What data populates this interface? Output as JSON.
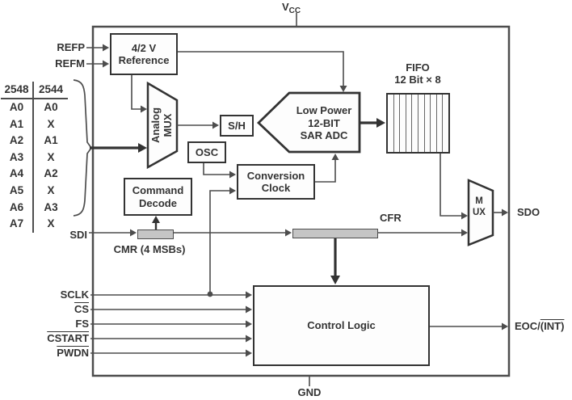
{
  "power": {
    "vcc_main": "V",
    "vcc_sub": "CC",
    "gnd": "GND"
  },
  "left_inputs": {
    "refp": "REFP",
    "refm": "REFM",
    "sdi": "SDI"
  },
  "control_inputs": {
    "sclk": "SCLK",
    "cs": "CS",
    "fs": "FS",
    "cstart": "CSTART",
    "pwdn": "PWDN"
  },
  "outputs": {
    "sdo": "SDO",
    "eoc_plain": "EOC/",
    "eoc_overline": "(INT)"
  },
  "blocks": {
    "reference_l1": "4/2 V",
    "reference_l2": "Reference",
    "analog_mux_l1": "Analog",
    "analog_mux_l2": "MUX",
    "sample_hold": "S/H",
    "osc": "OSC",
    "conv_clock_l1": "Conversion",
    "conv_clock_l2": "Clock",
    "sar_l1": "Low Power",
    "sar_l2": "12-BIT",
    "sar_l3": "SAR ADC",
    "command_l1": "Command",
    "command_l2": "Decode",
    "control_logic": "Control Logic",
    "output_mux": "MUX",
    "fifo_title": "FIFO",
    "fifo_sub": "12 Bit × 8",
    "cmr_label": "CMR (4 MSBs)",
    "cfr_label": "CFR"
  },
  "channel_table": {
    "headers": [
      "2548",
      "2544"
    ],
    "rows": [
      [
        "A0",
        "A0"
      ],
      [
        "A1",
        "X"
      ],
      [
        "A2",
        "A1"
      ],
      [
        "A3",
        "X"
      ],
      [
        "A4",
        "A2"
      ],
      [
        "A5",
        "X"
      ],
      [
        "A6",
        "A3"
      ],
      [
        "A7",
        "X"
      ]
    ]
  },
  "colors": {
    "line": "#4d4d4d",
    "box_border": "#333333",
    "register_fill": "#c5c5c5",
    "text": "#333333",
    "background": "#ffffff"
  }
}
